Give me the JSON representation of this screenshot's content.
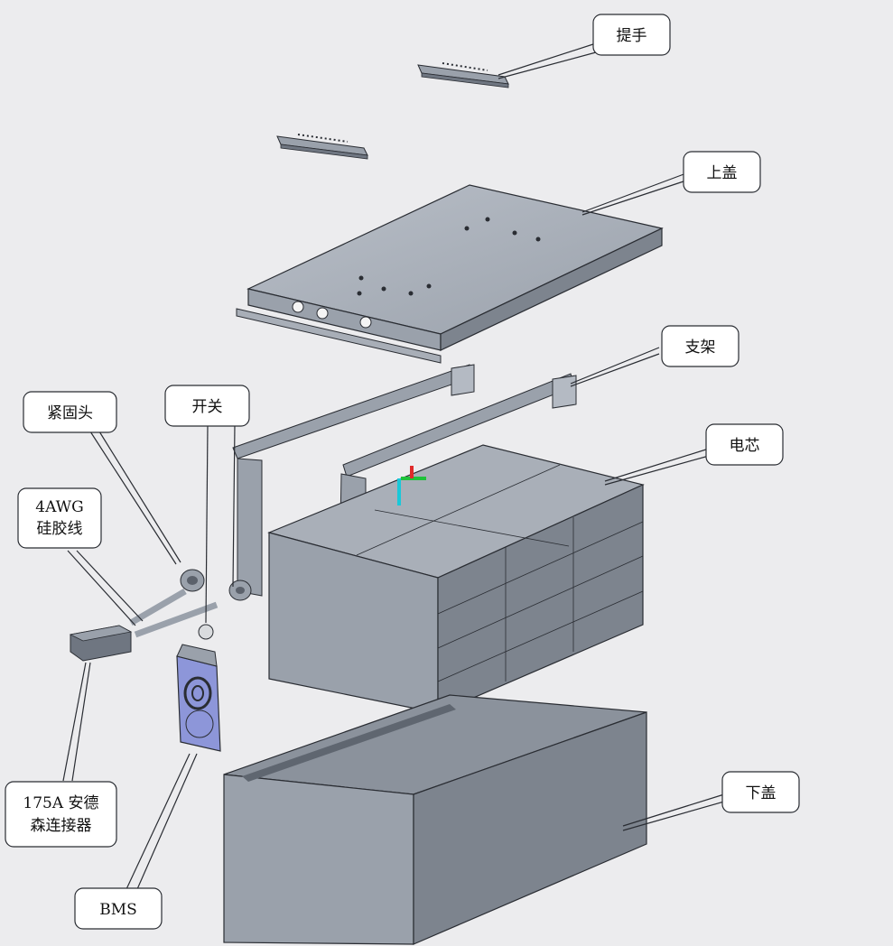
{
  "labels": {
    "handle": "提手",
    "top_cover": "上盖",
    "bracket": "支架",
    "cells": "电芯",
    "gland": "紧固头",
    "switch": "开关",
    "wire_line1": "4AWG",
    "wire_line2": "硅胶线",
    "connector_line1": "175A 安德",
    "connector_line2": "森连接器",
    "bottom_cover": "下盖",
    "bms": "BMS"
  },
  "colors": {
    "background": "#ececee",
    "metal_face": "#9aa1ab",
    "metal_light": "#b4bac3",
    "metal_dark": "#6f7681",
    "outline": "#2a2d33",
    "label_fill": "#ffffff",
    "bms_blue": "#8d96d9"
  }
}
